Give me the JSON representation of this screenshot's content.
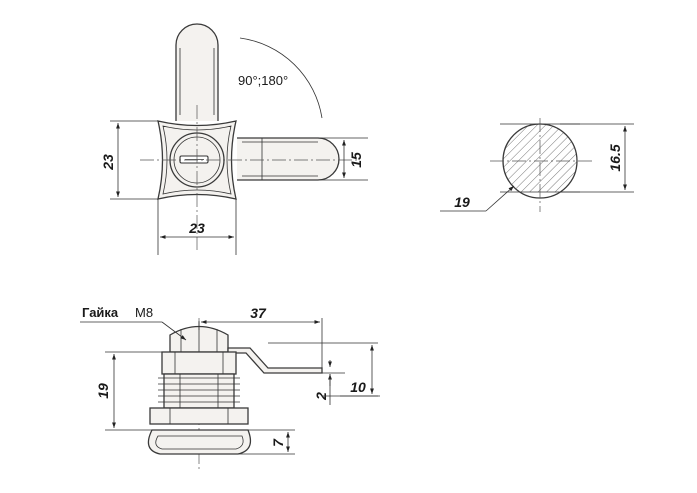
{
  "top_view": {
    "rotation_label": "90°;180°",
    "dim_height": "23",
    "dim_width": "23",
    "dim_lever_width": "15"
  },
  "section_view": {
    "dim_width": "19",
    "dim_height": "16.5"
  },
  "side_view": {
    "nut_prefix": "Гайка",
    "nut_size": "M8",
    "dim_lever_length": "37",
    "dim_height": "19",
    "dim_lever_thickness": "2",
    "dim_lever_offset": "10",
    "dim_base": "7"
  }
}
